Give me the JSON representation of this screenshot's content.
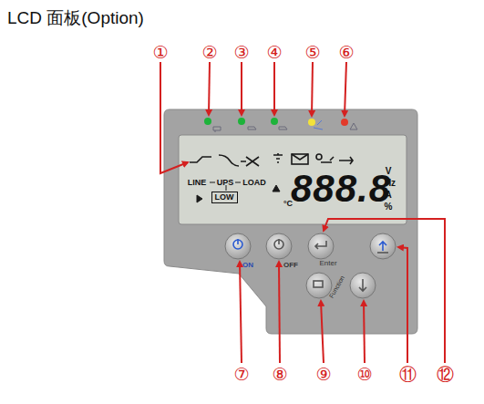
{
  "diagram": {
    "title": "LCD 面板(Option)",
    "labels": [
      "①",
      "②",
      "③",
      "④",
      "⑤",
      "⑥",
      "⑦",
      "⑧",
      "⑨",
      "⑩",
      "⑪",
      "⑫",
      "LINE",
      "UPS",
      "LOAD",
      "LOW",
      "°C",
      "888.8",
      "V",
      "Hz",
      "A",
      "%",
      "ON",
      "OFF",
      "Enter",
      "Function"
    ]
  }
}
